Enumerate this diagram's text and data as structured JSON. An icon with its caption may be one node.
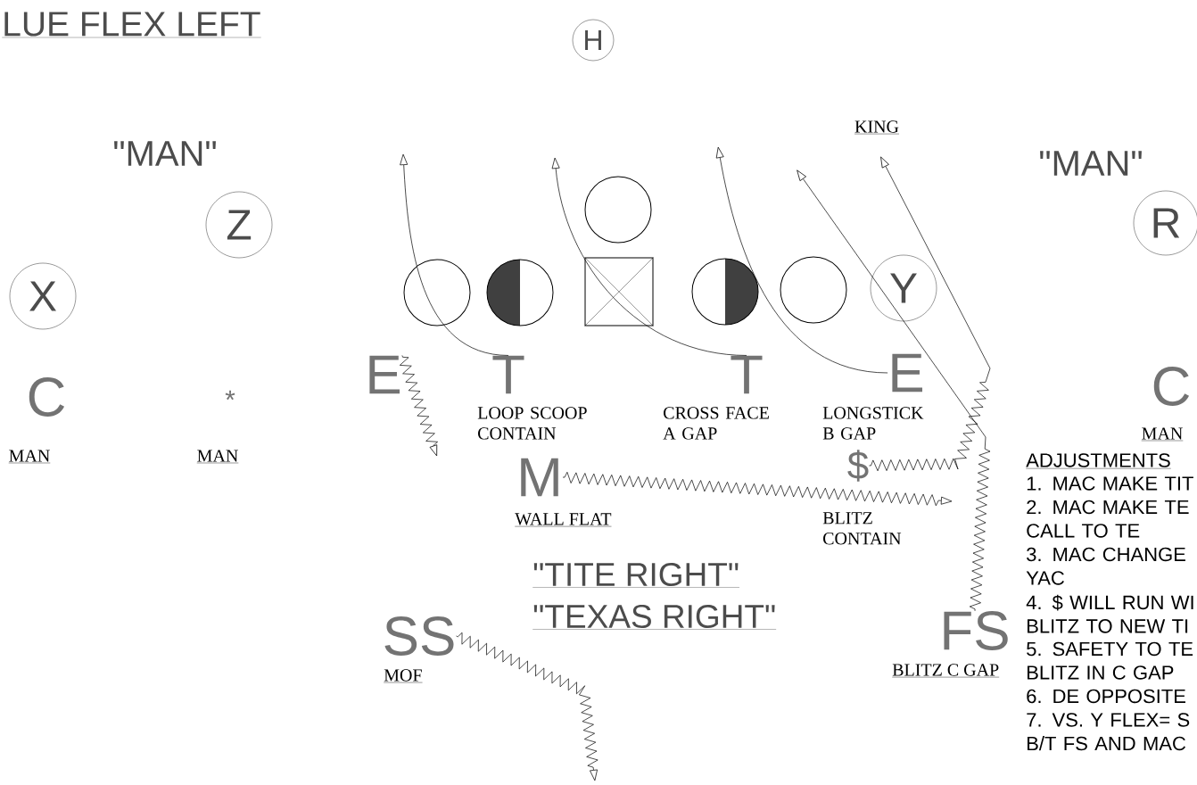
{
  "diagram": {
    "nodes": [
      {
        "text": [
          "H"
        ]
      },
      {
        "text": [
          "Z"
        ]
      },
      {
        "text": [
          "R"
        ]
      },
      {
        "text": [],
        "shape": "circle"
      },
      {
        "text": [
          "X"
        ]
      },
      {
        "text": [],
        "shape": "circle"
      },
      {
        "text": [],
        "shape": "circle"
      },
      {
        "text": [],
        "shape": "box"
      },
      {
        "text": [],
        "shape": "circle"
      },
      {
        "text": [],
        "shape": "circle"
      },
      {
        "text": [
          "Y"
        ]
      },
      {
        "text": [
          "E"
        ]
      },
      {
        "text": [
          "T"
        ],
        "beside": [
          "LOOP SCOOP CONTAIN"
        ]
      },
      {
        "text": [
          "T"
        ],
        "beside": [
          "CROSS FACE A GAP"
        ]
      },
      {
        "text": [
          "E"
        ],
        "beside": [
          "LONGSTICK B GAP"
        ]
      },
      {
        "text": [
          "M"
        ],
        "beside": [
          "WALL FLAT"
        ]
      },
      {
        "text": [
          "$"
        ],
        "beside": [
          "BLITZ CONTAIN"
        ]
      },
      {
        "text": [
          "SS"
        ],
        "beside": [
          "MOF"
        ]
      },
      {
        "text": [
          "FS"
        ],
        "beside": [
          "BLITZ C GAP"
        ]
      }
    ],
    "edges": [
      {
        "from": 11,
        "to": null,
        "arrow": "to"
      },
      {
        "from": 12,
        "to": null,
        "arrow": "to"
      },
      {
        "from": 13,
        "to": null,
        "arrow": "to"
      },
      {
        "from": 14,
        "to": null,
        "arrow": "to"
      },
      {
        "from": 15,
        "to": null,
        "arrow": "to"
      },
      {
        "from": 16,
        "to": null,
        "arrow": "to"
      },
      {
        "from": 18,
        "to": null,
        "arrow": "to"
      },
      {
        "from": 17,
        "to": null,
        "arrow": "to"
      }
    ],
    "labels": [
      "LUE FLEX LEFT",
      "\"MAN\"",
      "KING",
      "\"MAN\"",
      "C",
      "*",
      "C",
      "MAN",
      "MAN",
      "MAN",
      "ADJUSTMENTS",
      "1. MAC MAKE TIT",
      "2. MAC MAKE TE CALL TO TE",
      "3. MAC CHANGE YAC",
      "4. $ WILL RUN WI BLITZ TO NEW TI",
      "5. SAFETY TO TE BLITZ IN C GAP",
      "6. DE OPPOSITE",
      "7. VS. Y FLEX= S B/T FS AND MAC",
      "\"TITE RIGHT\"",
      "\"TEXAS RIGHT\""
    ]
  }
}
